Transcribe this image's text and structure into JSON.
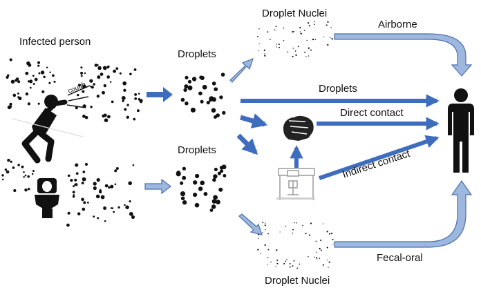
{
  "labels": {
    "infected_person": "Infected person",
    "cough": "cough",
    "droplets_upper": "Droplets",
    "droplets_lower": "Droplets",
    "droplet_nuclei_upper": "Droplet Nuclei",
    "droplet_nuclei_lower": "Droplet Nuclei",
    "route_airborne": "Airborne",
    "route_droplets": "Droplets",
    "route_direct": "Direct contact",
    "route_indirect": "Indirect contact",
    "route_fecal_oral": "Fecal-oral"
  },
  "icons": {
    "source_person": "coughing-person-icon",
    "source_toilet": "toilet-icon",
    "hand": "hand-icon",
    "desk": "desk-workstation-icon",
    "target": "standing-person-icon"
  },
  "colors": {
    "thick_arrow": "#3f6dbe",
    "light_arrow": "#9db7de",
    "arrow_outline": "#4a6fae",
    "dot": "#111111",
    "desk_gray": "#9a9a9a"
  }
}
